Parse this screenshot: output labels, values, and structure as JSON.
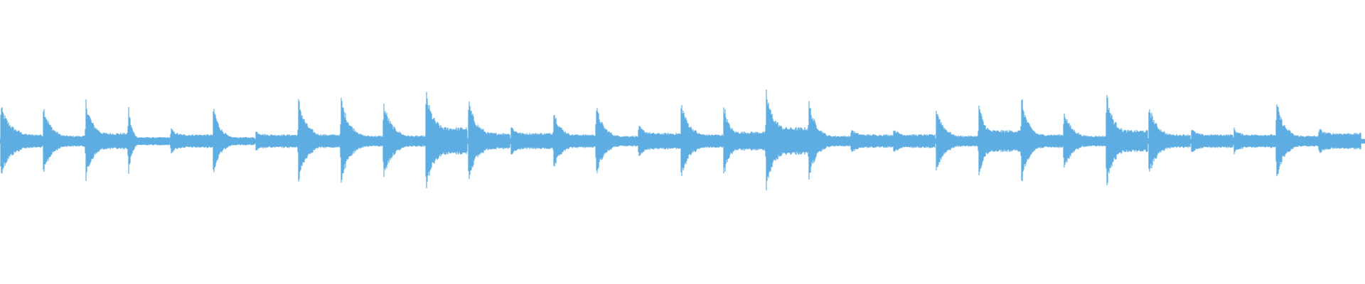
{
  "waveform": {
    "color": "#5DADE2",
    "baseline_amplitude": 0.02,
    "beats": [
      {
        "peak": 0.27,
        "decay": 0.45,
        "tail": 0.05
      },
      {
        "peak": 0.27,
        "decay": 0.35,
        "tail": 0.04
      },
      {
        "peak": 0.31,
        "decay": 0.3,
        "tail": 0.06
      },
      {
        "peak": 0.28,
        "decay": 0.15,
        "tail": 0.03
      },
      {
        "peak": 0.1,
        "decay": 0.2,
        "tail": 0.05
      },
      {
        "peak": 0.27,
        "decay": 0.3,
        "tail": 0.03
      },
      {
        "peak": 0.08,
        "decay": 0.2,
        "tail": 0.05
      },
      {
        "peak": 0.32,
        "decay": 0.35,
        "tail": 0.05
      },
      {
        "peak": 0.33,
        "decay": 0.4,
        "tail": 0.04
      },
      {
        "peak": 0.29,
        "decay": 0.4,
        "tail": 0.04
      },
      {
        "peak": 0.38,
        "decay": 0.3,
        "tail": 0.1
      },
      {
        "peak": 0.31,
        "decay": 0.35,
        "tail": 0.06
      },
      {
        "peak": 0.12,
        "decay": 0.2,
        "tail": 0.06
      },
      {
        "peak": 0.24,
        "decay": 0.3,
        "tail": 0.05
      },
      {
        "peak": 0.27,
        "decay": 0.35,
        "tail": 0.04
      },
      {
        "peak": 0.12,
        "decay": 0.25,
        "tail": 0.06
      },
      {
        "peak": 0.3,
        "decay": 0.35,
        "tail": 0.05
      },
      {
        "peak": 0.3,
        "decay": 0.2,
        "tail": 0.07
      },
      {
        "peak": 0.38,
        "decay": 0.3,
        "tail": 0.1
      },
      {
        "peak": 0.3,
        "decay": 0.35,
        "tail": 0.04
      },
      {
        "peak": 0.1,
        "decay": 0.2,
        "tail": 0.05
      },
      {
        "peak": 0.1,
        "decay": 0.2,
        "tail": 0.05
      },
      {
        "peak": 0.26,
        "decay": 0.35,
        "tail": 0.04
      },
      {
        "peak": 0.3,
        "decay": 0.2,
        "tail": 0.08
      },
      {
        "peak": 0.34,
        "decay": 0.3,
        "tail": 0.05
      },
      {
        "peak": 0.24,
        "decay": 0.35,
        "tail": 0.04
      },
      {
        "peak": 0.37,
        "decay": 0.3,
        "tail": 0.08
      },
      {
        "peak": 0.28,
        "decay": 0.35,
        "tail": 0.05
      },
      {
        "peak": 0.1,
        "decay": 0.2,
        "tail": 0.05
      },
      {
        "peak": 0.1,
        "decay": 0.2,
        "tail": 0.05
      },
      {
        "peak": 0.3,
        "decay": 0.35,
        "tail": 0.04
      },
      {
        "peak": 0.1,
        "decay": 0.2,
        "tail": 0.06
      }
    ]
  }
}
